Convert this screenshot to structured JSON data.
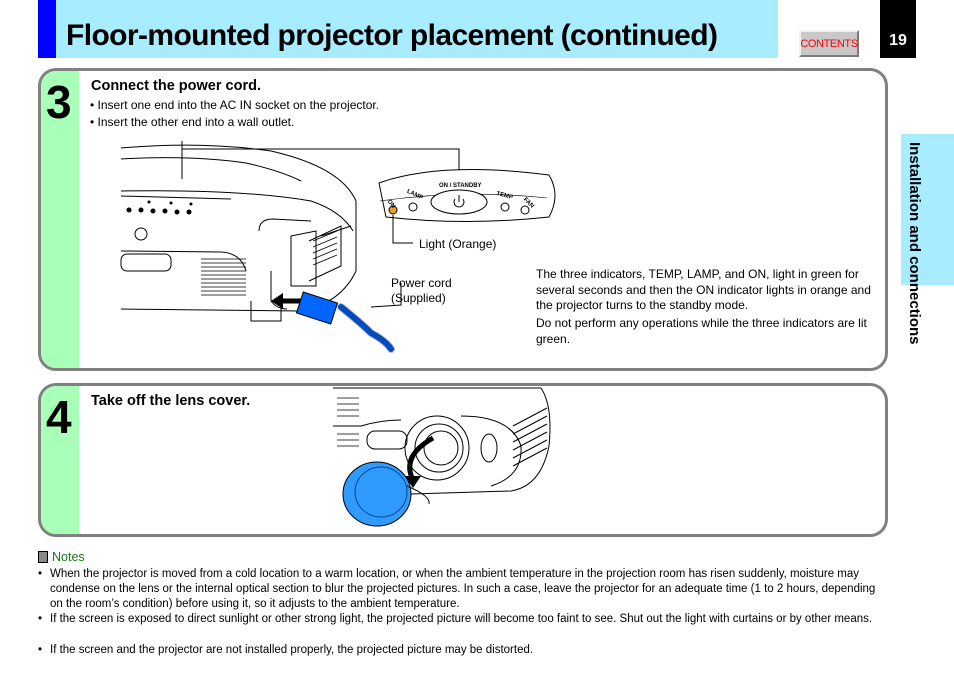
{
  "header": {
    "title": "Floor-mounted projector placement (continued)",
    "contents_button": "CONTENTS",
    "page_number": "19"
  },
  "side_tab": {
    "label": "Installation and connections"
  },
  "step3": {
    "number": "3",
    "title": "Connect the power cord.",
    "bullets": [
      "• Insert one end into the AC IN socket on the projector.",
      "• Insert the other end into a wall outlet."
    ],
    "panel_labels": {
      "on_standby": "ON / STANDBY",
      "on": "ON",
      "lamp": "LAMP",
      "temp": "TEMP",
      "fan": "FAN"
    },
    "callouts": {
      "light": "Light (Orange)",
      "power_cord": "Power cord",
      "supplied": "(Supplied)"
    },
    "paragraphs": [
      "The three indicators, TEMP, LAMP, and ON, light in green for several seconds and then the ON indicator lights in orange and the projector turns to the standby mode.",
      "Do not perform any operations while the three indicators are lit green."
    ]
  },
  "step4": {
    "number": "4",
    "title": "Take off the lens cover."
  },
  "notes": {
    "heading": "Notes",
    "items": [
      "When the projector is moved from a cold location to a warm location, or when the ambient temperature in the projection room has risen suddenly, moisture may condense on the lens or the internal optical section to blur the projected pictures. In such a case, leave the projector for an adequate time (1 to 2 hours, depending on the room’s condition) before using it, so it adjusts to the ambient temperature.",
      "If the screen is exposed to direct sunlight or other strong light, the projected picture will become too faint to see.  Shut out the light with curtains or by other means.",
      "If the screen and the projector are not installed properly, the projected picture may be distorted."
    ]
  },
  "colors": {
    "title_band": "#a8ecff",
    "accent_blue": "#0000ff",
    "step_strip": "#a8ffb8",
    "contents_text": "#ff0000",
    "power_cord": "#0066ff",
    "indicator_on": "#f0a020"
  }
}
